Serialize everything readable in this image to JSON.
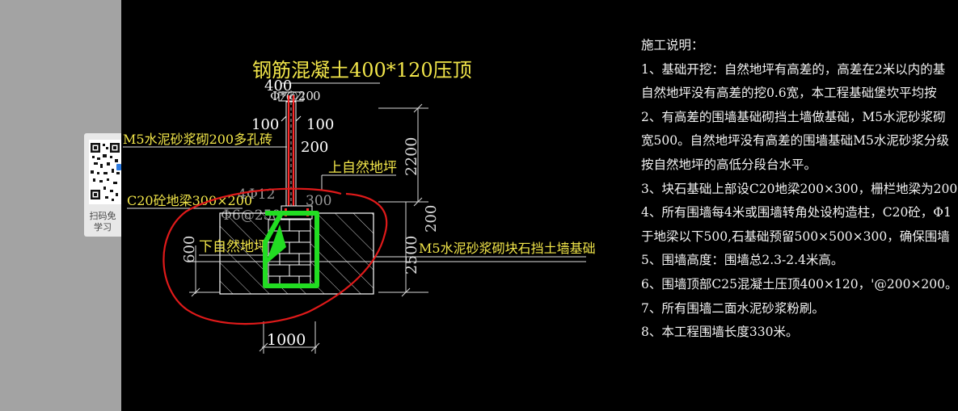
{
  "qr_widget": {
    "line1": "扫码免",
    "line2": "学习"
  },
  "drawing": {
    "title": "钢筋混凝土400*120压顶",
    "dim_400": "400",
    "rebar_top": "Φ*@20",
    "rebar_top_extra": "0",
    "dim_100_left": "100",
    "dim_100_right": "100",
    "dim_200_wall": "200",
    "brick_label": "M5水泥砂浆砌200多孔砖",
    "upper_ground": "上自然地坪",
    "beam_label": "C20砼地梁300×200",
    "rebar_beam": "4Φ12",
    "stirrup": "Φ6@250",
    "dim_300": "300",
    "dim_200_beam": "200",
    "dim_2200": "2200",
    "dim_2500": "2500",
    "dim_600": "600",
    "lower_ground": "下自然地坪",
    "foundation_label": "M5水泥砂浆砌块石挡土墙基础",
    "dim_1000": "1000"
  },
  "notes": {
    "heading": "施工说明：",
    "lines": [
      "1、基础开挖：自然地坪有高差的，高差在2米以内的基",
      "自然地坪没有高差的挖0.6宽，本工程基础堡坎平均按",
      "2、有高差的围墙基础砌挡土墙做基础，M5水泥砂浆砌",
      "宽500。自然地坪没有高差的围墙基础M5水泥砂浆分级",
      "按自然地坪的高低分段台水平。",
      "3、块石基础上部设C20地梁200×300，栅栏地梁为200",
      "4、所有围墙每4米或围墙转角处设构造柱，C20砼，Φ1",
      "于地梁以下500,石基础预留500×500×300，确保围墙",
      "5、围墙高度：围墙总2.3-2.4米高。",
      "6、围墙顶部C25混凝土压顶400×120，'@200×200。",
      "7、所有围墙二面水泥砂浆粉刷。",
      "8、本工程围墙长度330米。"
    ]
  },
  "colors": {
    "background": "#000000",
    "drawing_line": "#ffffff",
    "label_yellow": "#f2e64a",
    "rebar_red": "#ff2a2a",
    "annotation_red": "#e01a1a",
    "highlight_green": "#22dd22",
    "dimension_gray": "#d8d8d8"
  }
}
